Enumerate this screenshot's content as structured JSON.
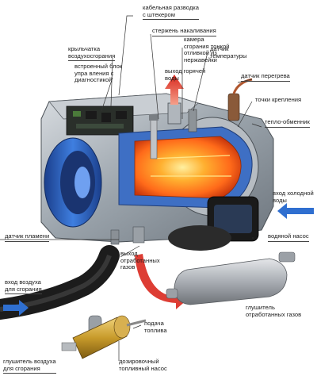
{
  "colors": {
    "housing": "#9aa3ab",
    "flame": "#ff6a1a",
    "hot_water": "#d9281e",
    "cold_water": "#2f6fd0",
    "muffler": "#a9adb3",
    "pump": "#c79a2a",
    "hose": "#1c1c1c"
  },
  "icons": {
    "hot_water_arrow": "red-up-arrow-icon",
    "cold_water_arrow": "blue-left-arrow-icon",
    "exhaust_arrow": "red-curved-arrow-icon",
    "air_arrow": "blue-right-arrow-icon"
  },
  "labels": {
    "cable_harness": "кабельная разводка\nс штекером",
    "glow_rod": "стержень накаливания",
    "combustion_camera": "камера\nсгорания тонкой\nотливкой из\nнержавейки",
    "temp_sensor": "датчик\nтемпературы",
    "hot_water_out": "выход горячей\nводы",
    "air_fan": "крыльчатка\nвоздухосгорания",
    "control_unit": "встроенный блок\nупра вления с\nдиагностикой",
    "overheat_sensor": "датчик перегрева",
    "mount_points": "точки крепления",
    "heat_exchanger": "тепло-обменник",
    "cold_water_in": "вход холодной\nводы",
    "flame_sensor": "датчик пламени",
    "exhaust_out": "выход\nотработанных\nгазов",
    "water_pump": "водяной насос",
    "air_inlet": "вход воздуха\nдля сгорания",
    "exhaust_muffler": "глушитель\nотработанных газов",
    "fuel_supply": "подача\nтоплива",
    "air_muffler": "глушитель воздуха\nдля сгорания",
    "dosing_pump": "дозировочный\nтопливный насос"
  }
}
